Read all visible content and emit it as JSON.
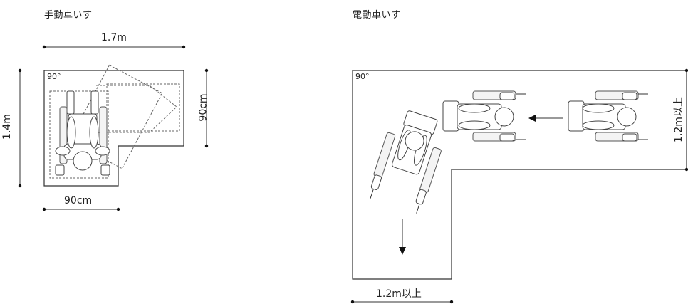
{
  "manual": {
    "title": "手動車いす",
    "top_dim": "1.7m",
    "left_dim": "1.4m",
    "right_dim": "90cm",
    "bottom_dim": "90cm",
    "angle": "90°"
  },
  "electric": {
    "title": "電動車いす",
    "right_dim": "1.2m以上",
    "bottom_dim": "1.2m以上",
    "angle": "90°"
  }
}
